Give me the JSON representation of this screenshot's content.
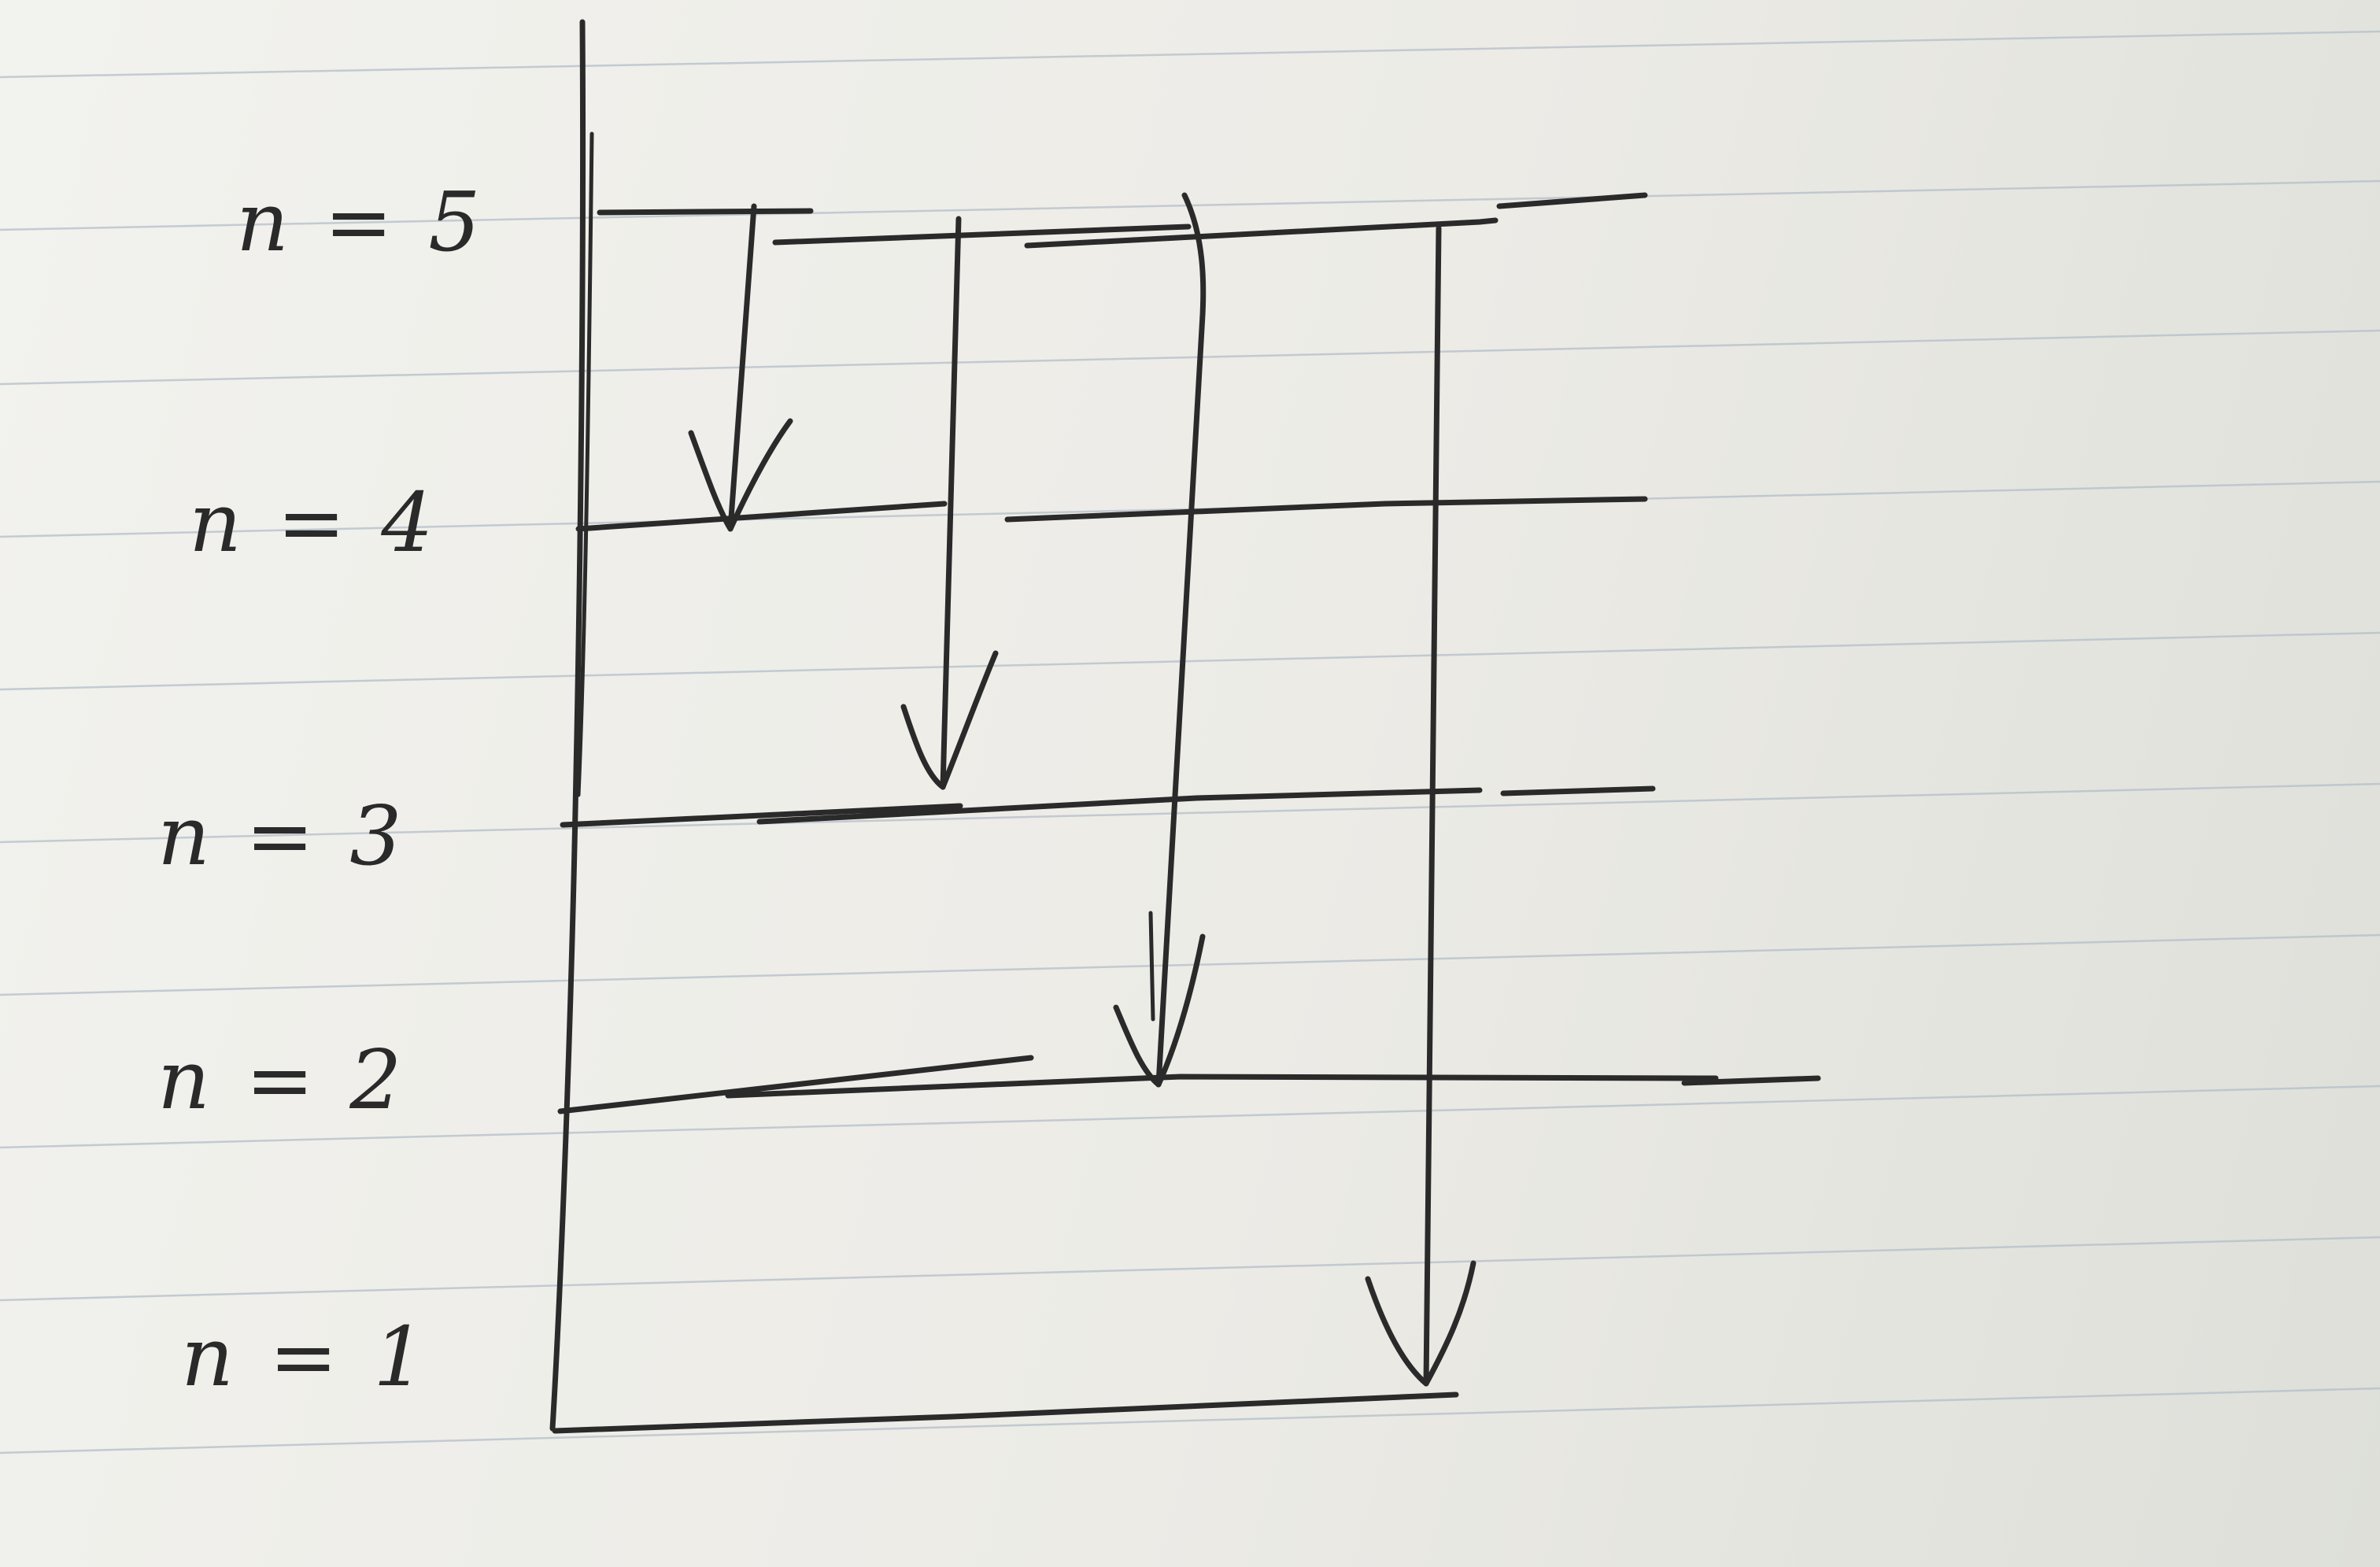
{
  "diagram": {
    "type": "energy-level-diagram",
    "levels": [
      {
        "label": "n = 5"
      },
      {
        "label": "n = 4"
      },
      {
        "label": "n = 3"
      },
      {
        "label": "n = 2"
      },
      {
        "label": "n = 1"
      }
    ],
    "transitions": [
      {
        "from": "n = 5",
        "to": "n = 4"
      },
      {
        "from": "n = 5",
        "to": "n = 3"
      },
      {
        "from": "n = 5",
        "to": "n = 2"
      },
      {
        "from": "n = 5",
        "to": "n = 1"
      }
    ],
    "colors": {
      "ink": "#2a2a2a",
      "paper": "#efefeb",
      "rule_line": "#b3bec8"
    }
  }
}
